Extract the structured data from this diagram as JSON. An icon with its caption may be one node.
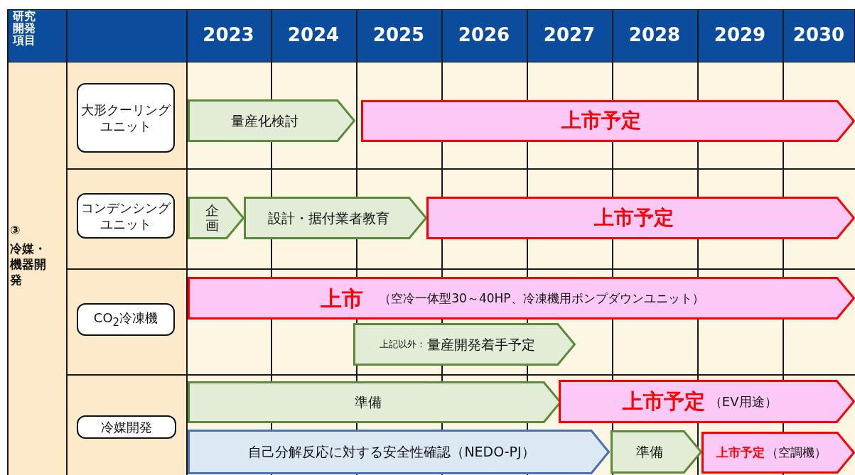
{
  "diagram": {
    "nodes": [
      {
        "text": [
          "大形クーリングユニット"
        ]
      },
      {
        "text": [
          "量産化検討"
        ]
      },
      {
        "text": [
          "上市予定"
        ]
      },
      {
        "text": [
          "コンデンシングユニット"
        ]
      },
      {
        "text": [
          "企画"
        ]
      },
      {
        "text": [
          "設計・据付業者教育"
        ]
      },
      {
        "text": [
          "上市予定"
        ]
      },
      {
        "text": [
          "CO$_{2}$冷凍機"
        ]
      },
      {
        "text": [
          "上市",
          "（空冷一体型30～40HP、冷凍機用ポンプダウンユニット）"
        ]
      },
      {
        "text": [
          "上記以外：",
          "量産開発着手予定"
        ]
      },
      {
        "text": [
          "冷媒開発"
        ]
      },
      {
        "text": [
          "準備"
        ]
      },
      {
        "text": [
          "上市予定",
          "（EV用途）"
        ]
      },
      {
        "text": [
          "自己分解反応に対する安全性確認（NEDO-PJ）"
        ]
      },
      {
        "text": [
          "準備"
        ]
      },
      {
        "text": [
          "上市予定",
          "（空調機）"
        ]
      }
    ],
    "labels": [
      "研究開発項目",
      "2023",
      "2024",
      "2025",
      "2026",
      "2027",
      "2028",
      "2029",
      "2030",
      "③",
      "冷媒・機器開発"
    ]
  }
}
